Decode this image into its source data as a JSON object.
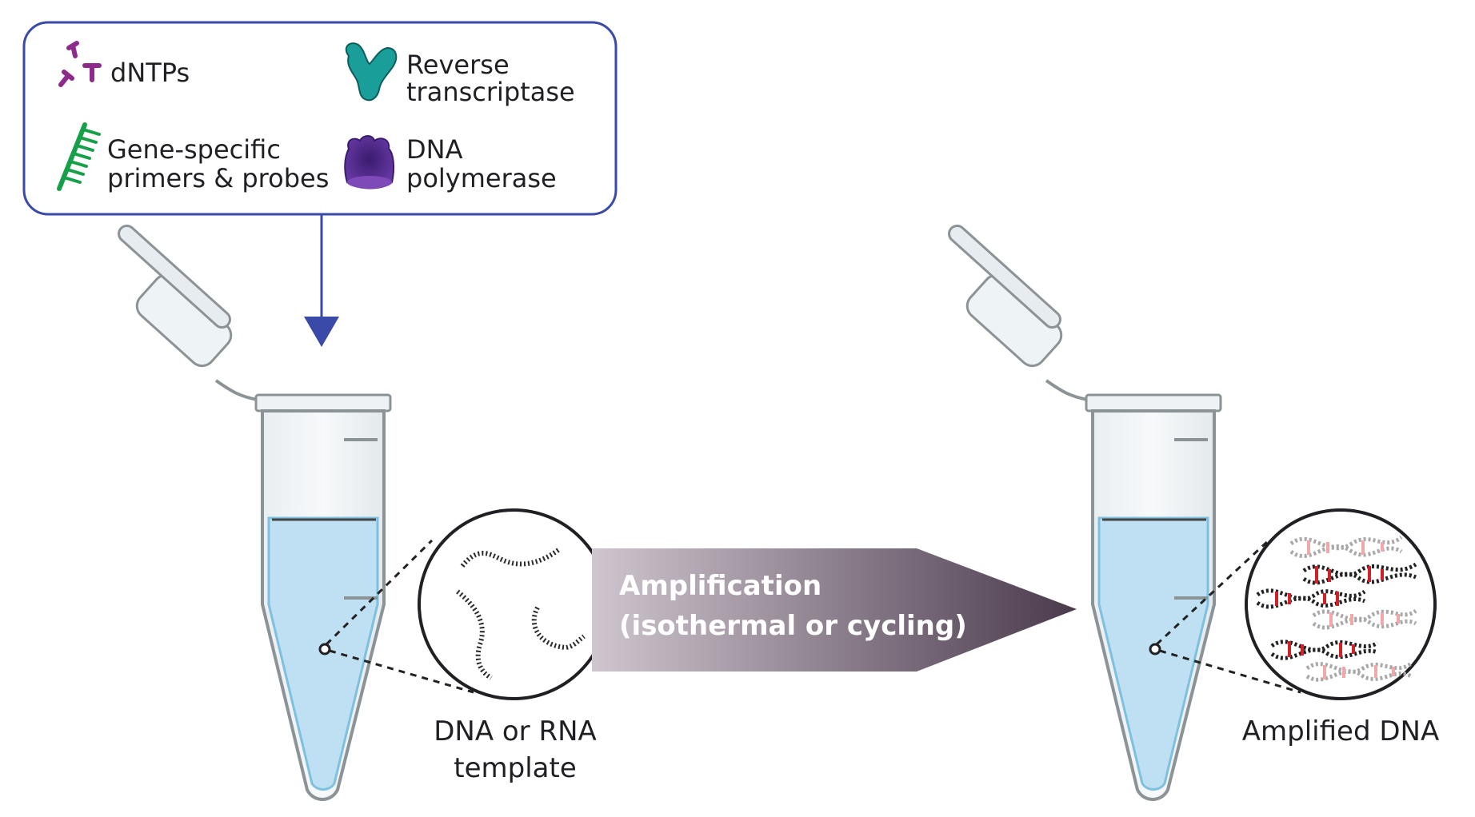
{
  "legend": {
    "items": [
      {
        "lines": [
          "dNTPs"
        ],
        "icon": "dntps-icon",
        "color": "#8e2a8c"
      },
      {
        "lines": [
          "Reverse",
          "transcriptase"
        ],
        "icon": "reverse-transcriptase-icon",
        "color": "#1a9e9a"
      },
      {
        "lines": [
          "Gene-specific",
          "primers & probes"
        ],
        "icon": "primer-probe-icon",
        "color": "#16a04a"
      },
      {
        "lines": [
          "DNA",
          "polymerase"
        ],
        "icon": "dna-polymerase-icon",
        "color": "#5a2a8e"
      }
    ],
    "border_color": "#3a4aa8"
  },
  "process": {
    "amplification_line1": "Amplification",
    "amplification_line2": "(isothermal or cycling)"
  },
  "left_tube": {
    "caption_line1": "DNA or RNA",
    "caption_line2": "template"
  },
  "right_tube": {
    "caption": "Amplified DNA"
  },
  "colors": {
    "arrow": "#3a4aa8",
    "liquid": "#bfe0f2",
    "dna_red": "#d0202a",
    "dna_dark": "#222222",
    "gradient_start": "#c9bfc9",
    "gradient_end": "#4a3a4c"
  }
}
